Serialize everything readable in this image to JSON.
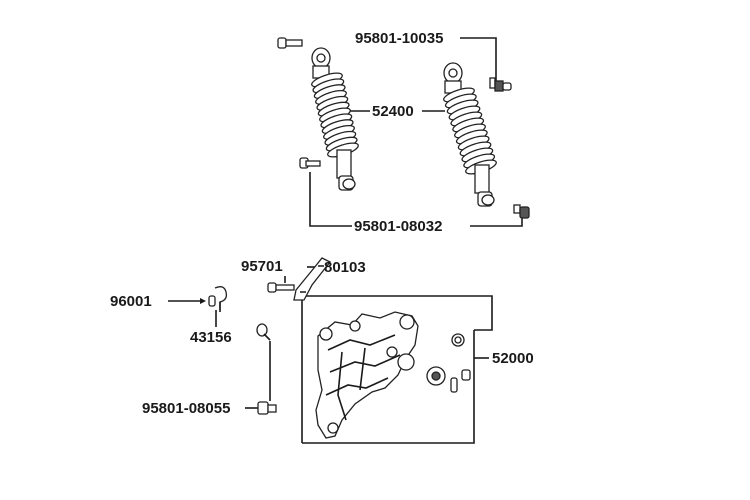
{
  "labels": {
    "bolt_top": "95801-10035",
    "shock": "52400",
    "bolt_bottom": "95801-08032",
    "p95701": "95701",
    "p80103": "80103",
    "p96001": "96001",
    "p43156": "43156",
    "p52000": "52000",
    "p95801_08055": "95801-08055"
  }
}
